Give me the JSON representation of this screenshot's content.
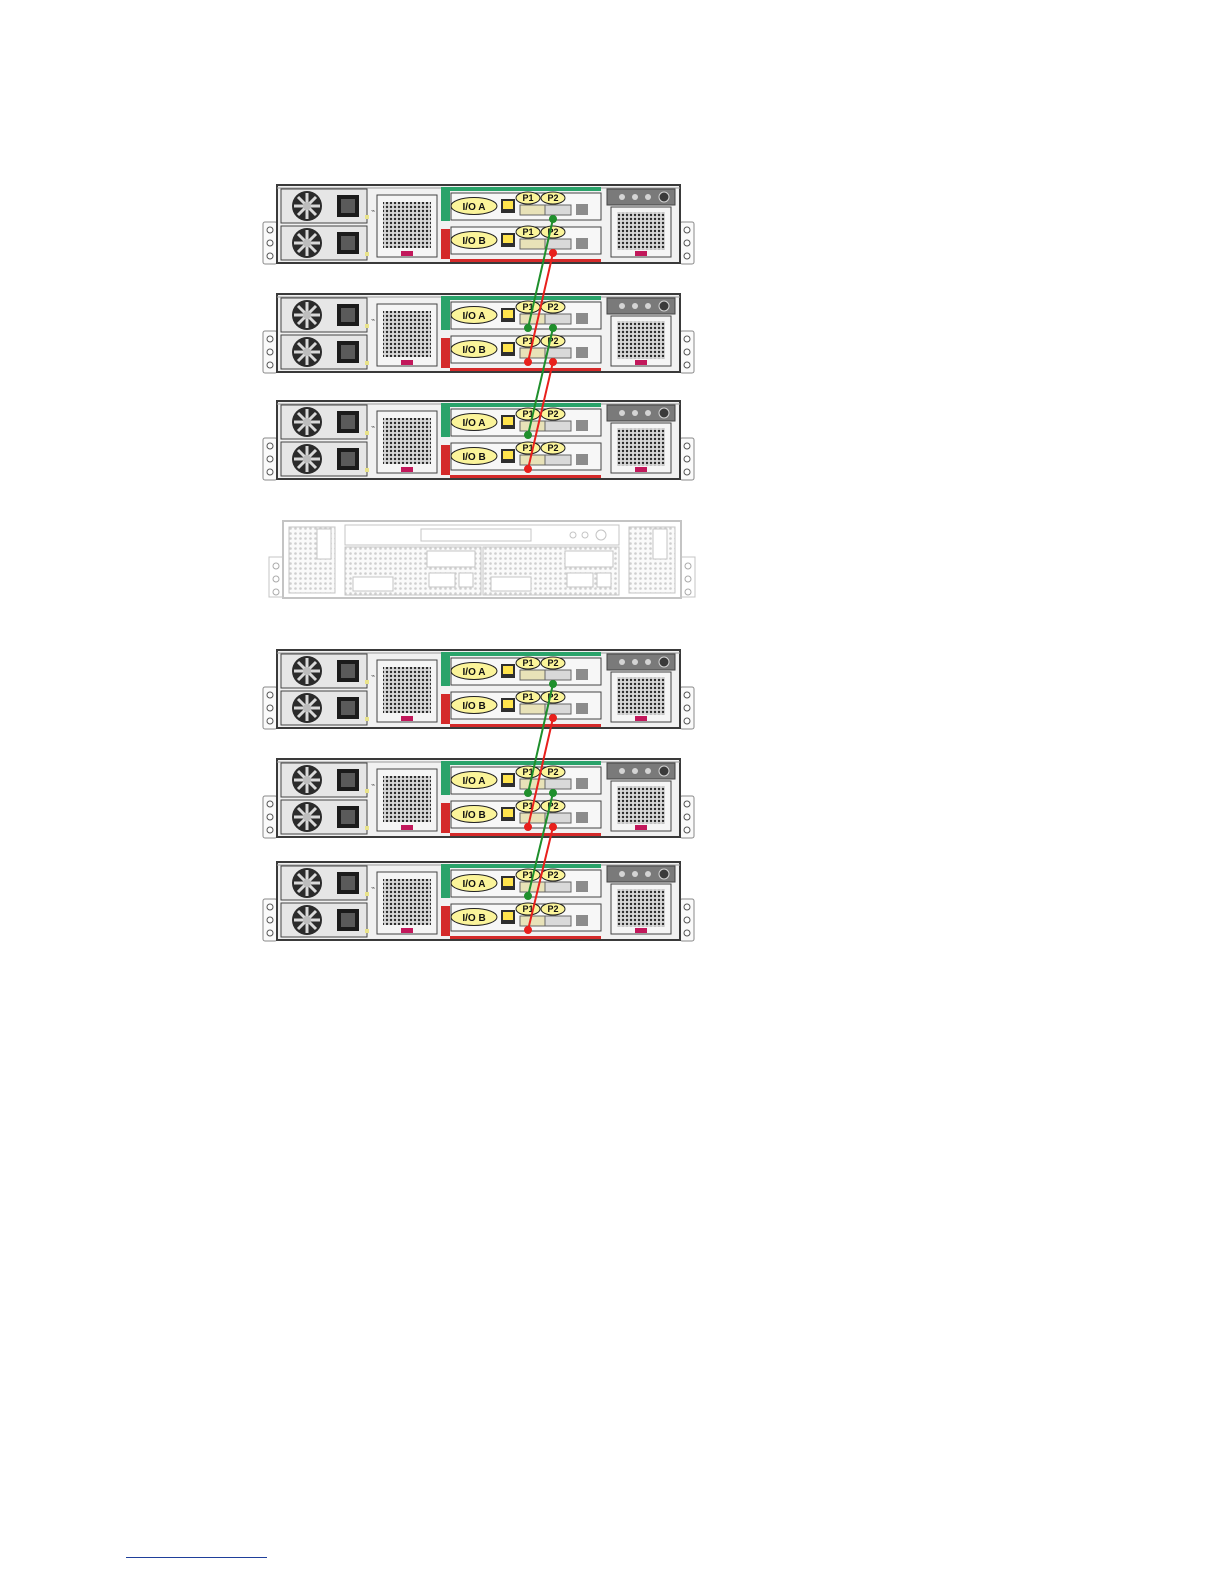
{
  "colors": {
    "path_a": "#1f8f2c",
    "path_b": "#e8201c",
    "label_fill": "#fbf49a",
    "io_a_band": "#2aa36a",
    "io_b_band": "#d42a2a",
    "chassis": "#f1f1f1",
    "chassis_stroke": "#3a3a3a",
    "controller_outline": "#c4c4c4"
  },
  "shelves": [
    {
      "io_a": "I/O A",
      "io_b": "I/O B",
      "p1": "P1",
      "p2": "P2"
    },
    {
      "io_a": "I/O A",
      "io_b": "I/O B",
      "p1": "P1",
      "p2": "P2"
    },
    {
      "io_a": "I/O A",
      "io_b": "I/O B",
      "p1": "P1",
      "p2": "P2"
    },
    {
      "io_a": "I/O A",
      "io_b": "I/O B",
      "p1": "P1",
      "p2": "P2"
    },
    {
      "io_a": "I/O A",
      "io_b": "I/O B",
      "p1": "P1",
      "p2": "P2"
    },
    {
      "io_a": "I/O A",
      "io_b": "I/O B",
      "p1": "P1",
      "p2": "P2"
    }
  ],
  "controller": {
    "icon": "array-controller-enclosure"
  },
  "cables": [
    {
      "path": "A",
      "from": {
        "shelf": 0,
        "port": "P2"
      },
      "to": {
        "shelf": 1,
        "port": "P1"
      }
    },
    {
      "path": "B",
      "from": {
        "shelf": 0,
        "port": "P2"
      },
      "to": {
        "shelf": 1,
        "port": "P1"
      }
    },
    {
      "path": "A",
      "from": {
        "shelf": 1,
        "port": "P2"
      },
      "to": {
        "shelf": 2,
        "port": "P1"
      }
    },
    {
      "path": "B",
      "from": {
        "shelf": 1,
        "port": "P2"
      },
      "to": {
        "shelf": 2,
        "port": "P1"
      }
    },
    {
      "path": "A",
      "from": {
        "shelf": 3,
        "port": "P2"
      },
      "to": {
        "shelf": 4,
        "port": "P1"
      }
    },
    {
      "path": "B",
      "from": {
        "shelf": 3,
        "port": "P2"
      },
      "to": {
        "shelf": 4,
        "port": "P1"
      }
    },
    {
      "path": "A",
      "from": {
        "shelf": 4,
        "port": "P2"
      },
      "to": {
        "shelf": 5,
        "port": "P1"
      }
    },
    {
      "path": "B",
      "from": {
        "shelf": 4,
        "port": "P2"
      },
      "to": {
        "shelf": 5,
        "port": "P1"
      }
    }
  ]
}
